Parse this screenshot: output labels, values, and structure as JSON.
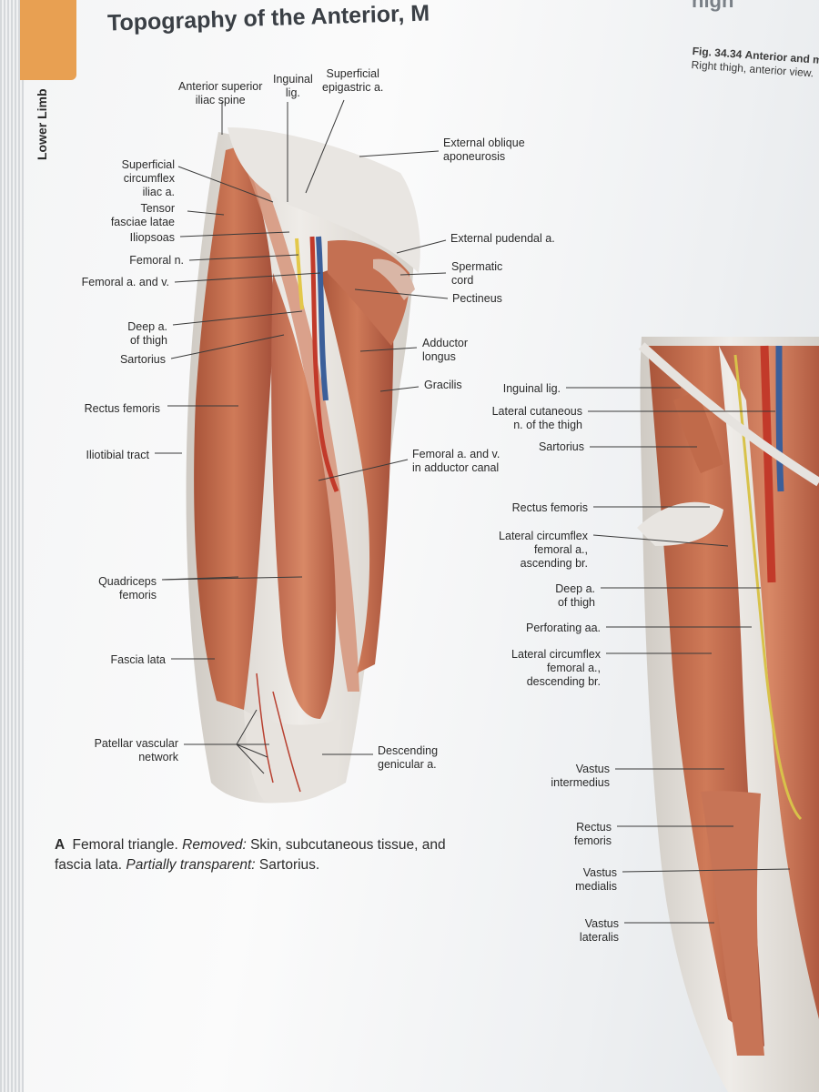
{
  "header": {
    "title": "Topography of the Anterior, M",
    "title_fragment": "high",
    "side_tab": "Lower Limb",
    "fig_number": "Fig. 34.34",
    "fig_title": "Anterior and m",
    "fig_subtitle": "Right thigh, anterior view."
  },
  "panel_a_labels": {
    "asis": "Anterior superior\niliac spine",
    "inguinal": "Inguinal\nlig.",
    "sup_epigastric": "Superficial\nepigastric a.",
    "ext_oblique": "External oblique\naponeurosis",
    "sup_circumflex": "Superficial\ncircumflex\niliac a.",
    "tensor": "Tensor\nfasciae latae",
    "iliopsoas": "Iliopsoas",
    "femoral_n": "Femoral n.",
    "femoral_av": "Femoral a. and v.",
    "ext_pudendal": "External pudendal a.",
    "spermatic": "Spermatic\ncord",
    "pectineus": "Pectineus",
    "deep_a": "Deep a.\nof thigh",
    "sartorius": "Sartorius",
    "adductor_longus": "Adductor\nlongus",
    "gracilis": "Gracilis",
    "rectus_femoris": "Rectus femoris",
    "iliotibial": "Iliotibial tract",
    "femoral_adductor": "Femoral a. and v.\nin adductor canal",
    "quadriceps": "Quadriceps\nfemoris",
    "fascia_lata": "Fascia lata",
    "patellar": "Patellar vascular\nnetwork",
    "desc_genicular": "Descending\ngenicular a."
  },
  "panel_b_labels": {
    "inguinal": "Inguinal lig.",
    "lat_cutaneous": "Lateral cutaneous\nn. of the thigh",
    "sartorius": "Sartorius",
    "rectus_femoris": "Rectus femoris",
    "lat_circ_asc": "Lateral circumflex\nfemoral a.,\nascending br.",
    "deep_a": "Deep a.\nof thigh",
    "perforating": "Perforating aa.",
    "lat_circ_desc": "Lateral circumflex\nfemoral a.,\ndescending br.",
    "vastus_int": "Vastus\nintermedius",
    "rectus_femoris2": "Rectus\nfemoris",
    "vastus_med": "Vastus\nmedialis",
    "vastus_lat": "Vastus\nlateralis"
  },
  "caption": {
    "letter": "A",
    "text1": "Femoral triangle.",
    "removed_label": "Removed:",
    "removed_text": "Skin, subcutaneous tissue, and fascia lata.",
    "transparent_label": "Partially transparent:",
    "transparent_text": "Sartorius."
  },
  "colors": {
    "tab": "#e8a052",
    "muscle": "#c06a4a",
    "muscle_dark": "#9a4a32",
    "fascia": "#e4e1dc",
    "artery": "#c23a2a",
    "vein": "#3b5f9a",
    "nerve": "#e3c84a"
  }
}
